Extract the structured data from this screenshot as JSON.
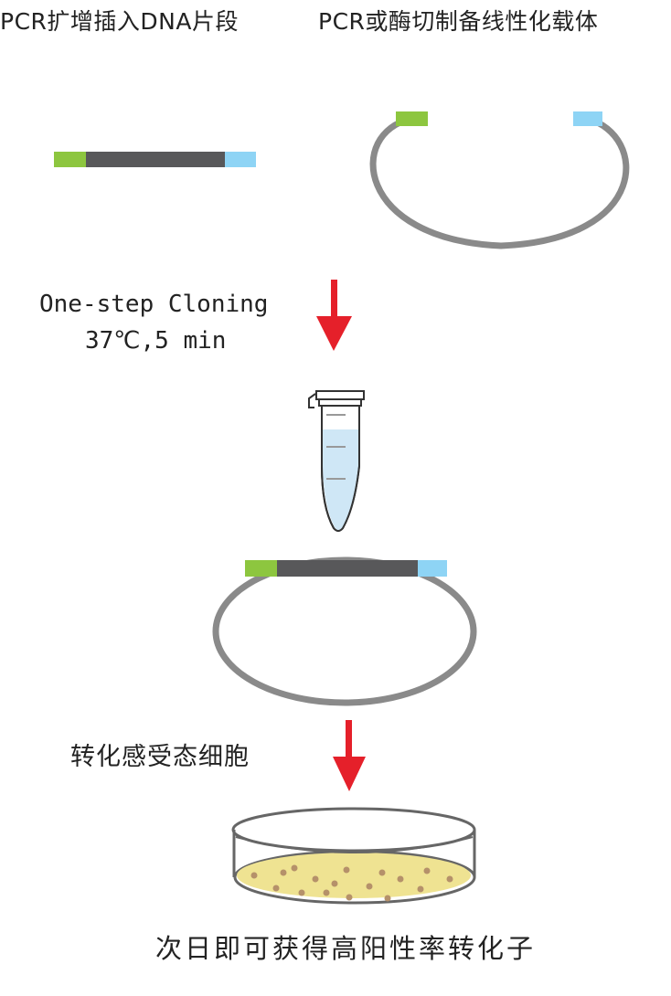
{
  "labels": {
    "pcr_insert": "PCR扩增插入DNA片段",
    "linear_vector": "PCR或酶切制备线性化载体",
    "one_step": "One-step Cloning",
    "conditions": "37℃,5 min",
    "transform": "转化感受态细胞",
    "result": "次日即可获得高阳性率转化子"
  },
  "colors": {
    "green_end": "#8dc63f",
    "blue_end": "#8ed4f5",
    "insert_body": "#58585a",
    "vector_line": "#8a8a8a",
    "arrow": "#e5202a",
    "agar": "#efe392",
    "colony": "#b5916a"
  }
}
